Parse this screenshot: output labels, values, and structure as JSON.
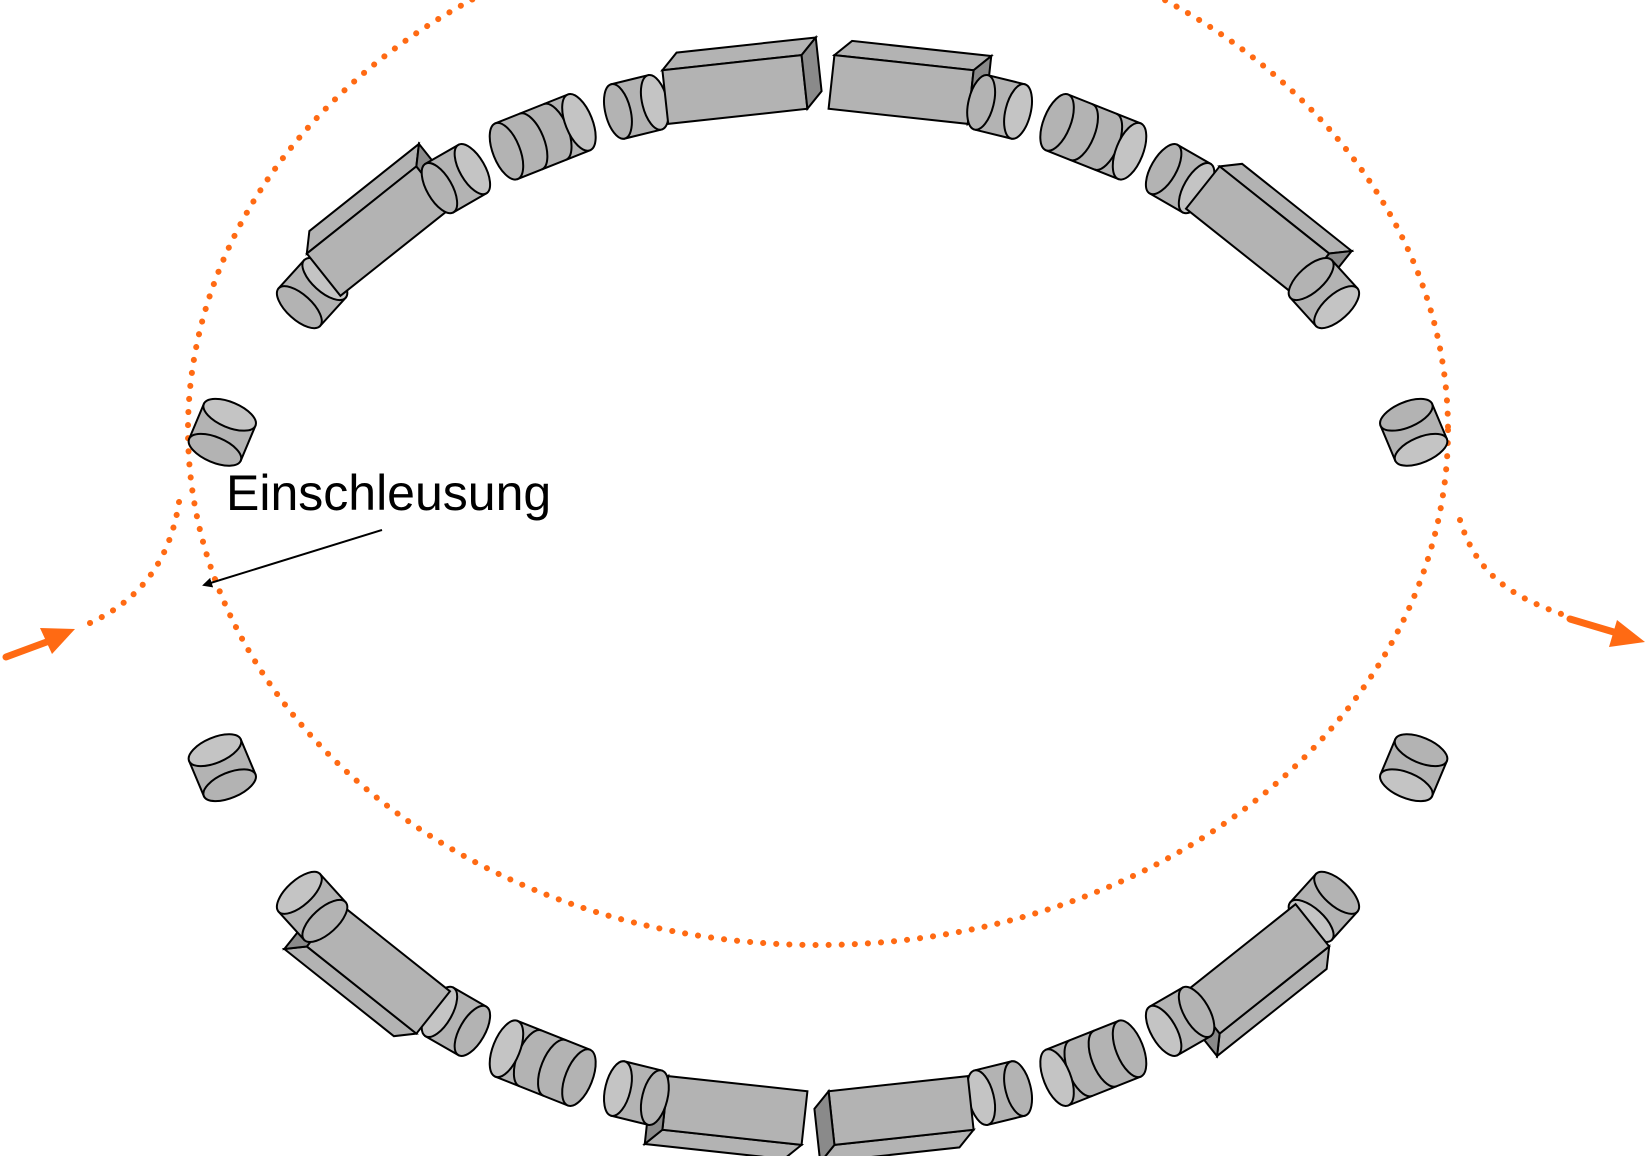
{
  "diagram": {
    "annotation": {
      "text": "Einschleusung"
    },
    "colors": {
      "beam": "#ff6a13",
      "magnet_side": "#b3b3b3",
      "magnet_dark": "#8a8a8a",
      "magnet_end": "#c4c4c4",
      "outline": "#000000",
      "arrow": "#000000",
      "background": "#ffffff"
    },
    "components": {
      "dipole_magnets": 8,
      "quadrupole_single": 16,
      "quadrupole_triplet": 4
    }
  }
}
